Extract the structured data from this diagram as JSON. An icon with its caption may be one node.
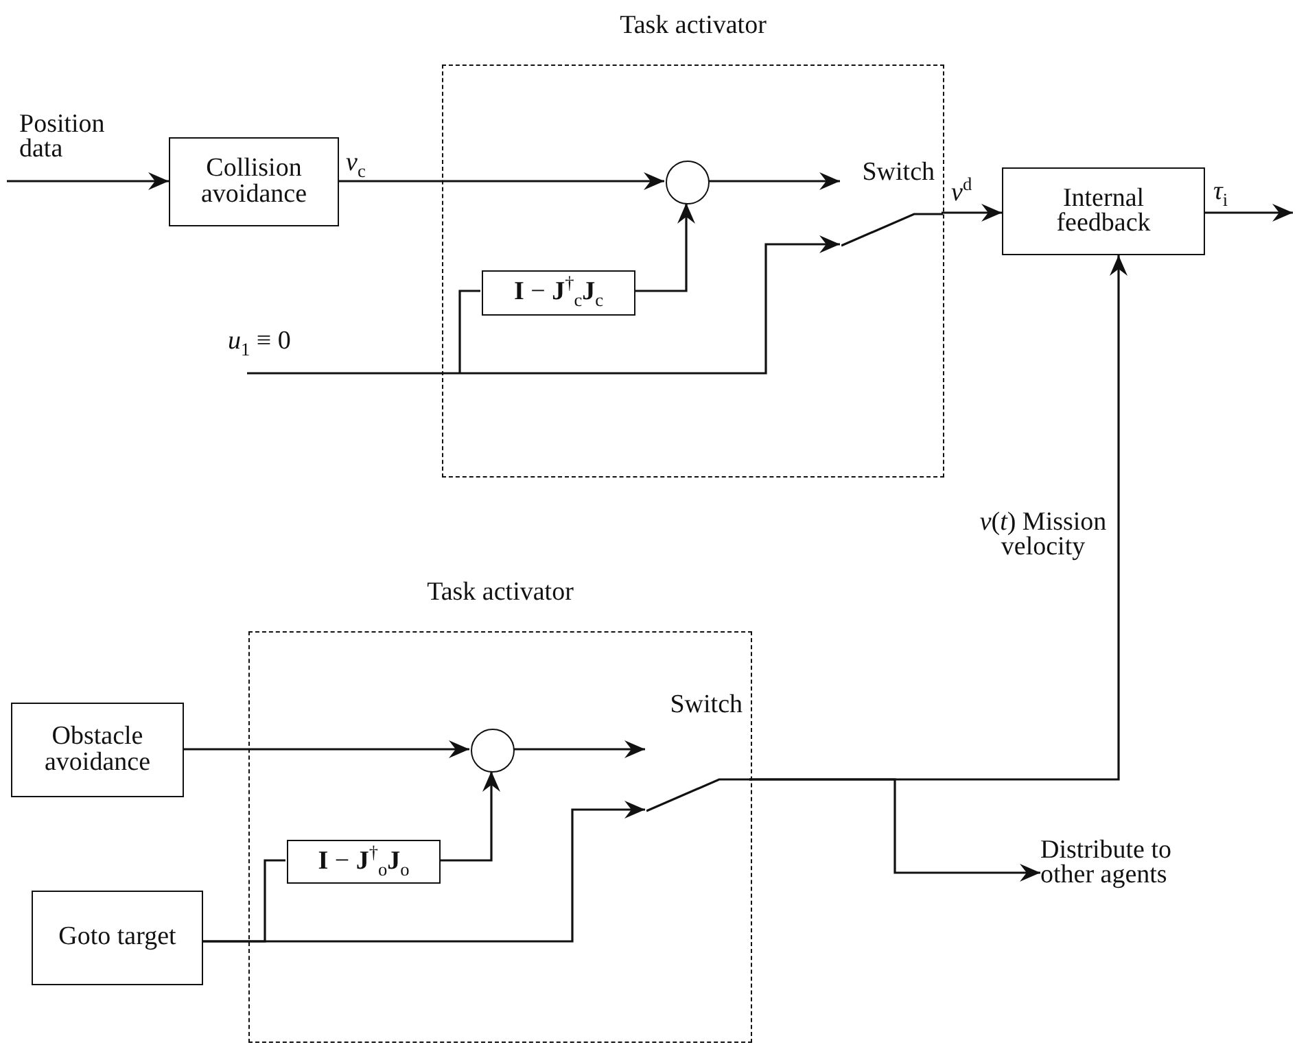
{
  "diagram": {
    "nodes": [
      {
        "text": [
          "Task activator"
        ]
      },
      {
        "text": [
          "Collision avoidance"
        ]
      },
      {
        "text": [],
        "shape": "circle",
        "in": 0
      },
      {
        "text": [
          "**I** − **J**$^{†}$$_{c}$**J**$_{c}$"
        ],
        "in": 0
      },
      {
        "text": [
          "Switch"
        ],
        "in": 0
      },
      {
        "text": [
          "Internal feedback"
        ]
      },
      {
        "text": [
          "Task activator"
        ]
      },
      {
        "text": [
          "Obstacle avoidance"
        ]
      },
      {
        "text": [],
        "shape": "circle",
        "in": 6
      },
      {
        "text": [
          "**I** − **J**$^{†}$$_{o}$**J**$_{o}$"
        ],
        "in": 6
      },
      {
        "text": [
          "Switch"
        ],
        "in": 6
      },
      {
        "text": [
          "Goto target"
        ]
      },
      {
        "text": [
          "Distribute to other agents"
        ]
      }
    ],
    "edges": [
      {
        "from": null,
        "to": 1,
        "arrow": "to",
        "label": "Position data"
      },
      {
        "from": 1,
        "to": 2,
        "arrow": "to",
        "label": "*v*$_{c}$"
      },
      {
        "from": 2,
        "to": 4,
        "arrow": "to"
      },
      {
        "from": 3,
        "to": 2,
        "arrow": "to"
      },
      {
        "from": null,
        "to": 4,
        "arrow": "to",
        "label": "*u*$_{1}$ ≡ 0"
      },
      {
        "from": null,
        "to": 3,
        "arrow": "none"
      },
      {
        "from": 4,
        "to": 5,
        "arrow": "to",
        "label": "*v*$^{d}$"
      },
      {
        "from": 5,
        "to": null,
        "arrow": "to",
        "label": "*τ*$_{i}$"
      },
      {
        "from": 7,
        "to": 8,
        "arrow": "to"
      },
      {
        "from": 8,
        "to": 10,
        "arrow": "to"
      },
      {
        "from": 9,
        "to": 8,
        "arrow": "to"
      },
      {
        "from": 11,
        "to": 10,
        "arrow": "to"
      },
      {
        "from": 11,
        "to": 9,
        "arrow": "none"
      },
      {
        "from": 10,
        "to": 5,
        "arrow": "to",
        "label": "*v*(*t*) Mission velocity"
      },
      {
        "from": 10,
        "to": 12,
        "arrow": "to"
      }
    ]
  }
}
